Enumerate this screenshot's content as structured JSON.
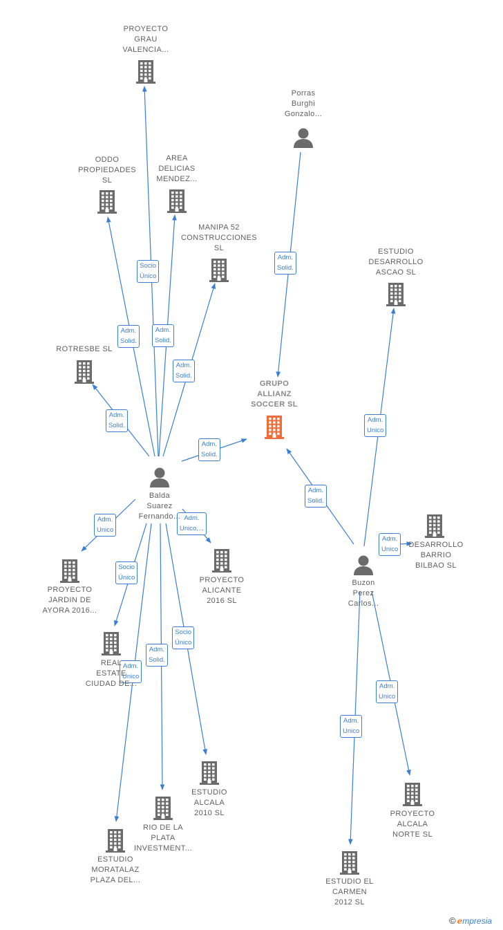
{
  "nodes": {
    "grau": {
      "type": "company",
      "label": "PROYECTO\nGRAU\nVALENCIA..."
    },
    "porras": {
      "type": "person",
      "label": "Porras\nBurghi\nGonzalo..."
    },
    "oddo": {
      "type": "company",
      "label": "ODDO\nPROPIEDADES\nSL"
    },
    "delicias": {
      "type": "company",
      "label": "AREA\nDELICIAS\nMENDEZ..."
    },
    "manipa": {
      "type": "company",
      "label": "MANIPA 52\nCONSTRUCCIONES\nSL"
    },
    "ascao": {
      "type": "company",
      "label": "ESTUDIO\nDESARROLLO\nASCAO  SL"
    },
    "rotresbe": {
      "type": "company",
      "label": "ROTRESBE  SL"
    },
    "allianz": {
      "type": "company",
      "focus": true,
      "label": "GRUPO\nALLIANZ\nSOCCER  SL"
    },
    "balda": {
      "type": "person",
      "label": "Balda\nSuarez\nFernando..."
    },
    "bilbao": {
      "type": "company",
      "label": "DESARROLLO\nBARRIO\nBILBAO  SL"
    },
    "jardin": {
      "type": "company",
      "label": "PROYECTO\nJARDIN DE\nAYORA 2016..."
    },
    "alicante": {
      "type": "company",
      "label": "PROYECTO\nALICANTE\n2016  SL"
    },
    "buzon": {
      "type": "person",
      "label": "Buzon\nPerez\nCarlos..."
    },
    "real": {
      "type": "company",
      "label": "REAL\nESTATE\nCIUDAD DE..."
    },
    "alcala2010": {
      "type": "company",
      "label": "ESTUDIO\nALCALA\n2010 SL"
    },
    "riodelaplata": {
      "type": "company",
      "label": "RIO DE LA\nPLATA\nINVESTMENT..."
    },
    "alcalanorte": {
      "type": "company",
      "label": "PROYECTO\nALCALA\nNORTE  SL"
    },
    "moratalaz": {
      "type": "company",
      "label": "ESTUDIO\nMORATALAZ\nPLAZA DEL..."
    },
    "carmen": {
      "type": "company",
      "label": "ESTUDIO EL\nCARMEN\n2012 SL"
    }
  },
  "edges": [
    {
      "from": "balda",
      "to": "grau",
      "label": "Socio\nÚnico"
    },
    {
      "from": "balda",
      "to": "oddo",
      "label": "Adm.\nSolid."
    },
    {
      "from": "balda",
      "to": "delicias",
      "label": "Adm.\nSolid."
    },
    {
      "from": "balda",
      "to": "manipa",
      "label": "Adm.\nSolid."
    },
    {
      "from": "balda",
      "to": "rotresbe",
      "label": "Adm.\nSolid."
    },
    {
      "from": "balda",
      "to": "allianz",
      "label": "Adm.\nSolid."
    },
    {
      "from": "porras",
      "to": "allianz",
      "label": "Adm.\nSolid."
    },
    {
      "from": "buzon",
      "to": "allianz",
      "label": "Adm.\nSolid."
    },
    {
      "from": "buzon",
      "to": "ascao",
      "label": "Adm.\nUnico"
    },
    {
      "from": "buzon",
      "to": "bilbao",
      "label": "Adm.\nUnico"
    },
    {
      "from": "balda",
      "to": "jardin",
      "label": "Adm.\nUnico"
    },
    {
      "from": "balda",
      "to": "alicante",
      "label": "Adm.\nUnico,..."
    },
    {
      "from": "balda",
      "to": "real",
      "label": "Socio\nÚnico"
    },
    {
      "from": "balda",
      "to": "alcala2010",
      "label": "Socio\nÚnico"
    },
    {
      "from": "balda",
      "to": "riodelaplata",
      "label": "Adm.\nSolid."
    },
    {
      "from": "balda",
      "to": "moratalaz",
      "label": "Adm.\nUnico"
    },
    {
      "from": "buzon",
      "to": "alcalanorte",
      "label": "Adm.\nUnico"
    },
    {
      "from": "buzon",
      "to": "carmen",
      "label": "Adm.\nUnico"
    }
  ],
  "colors": {
    "edge": "#3a7fd5",
    "company": "#6b6b6b",
    "focus_company": "#f26b3a",
    "person": "#6b6b6b"
  },
  "icons": {
    "company": "building-icon",
    "person": "person-icon"
  },
  "footer": {
    "copyright": "©",
    "brand_e": "e",
    "brand_rest": "mpresia"
  }
}
